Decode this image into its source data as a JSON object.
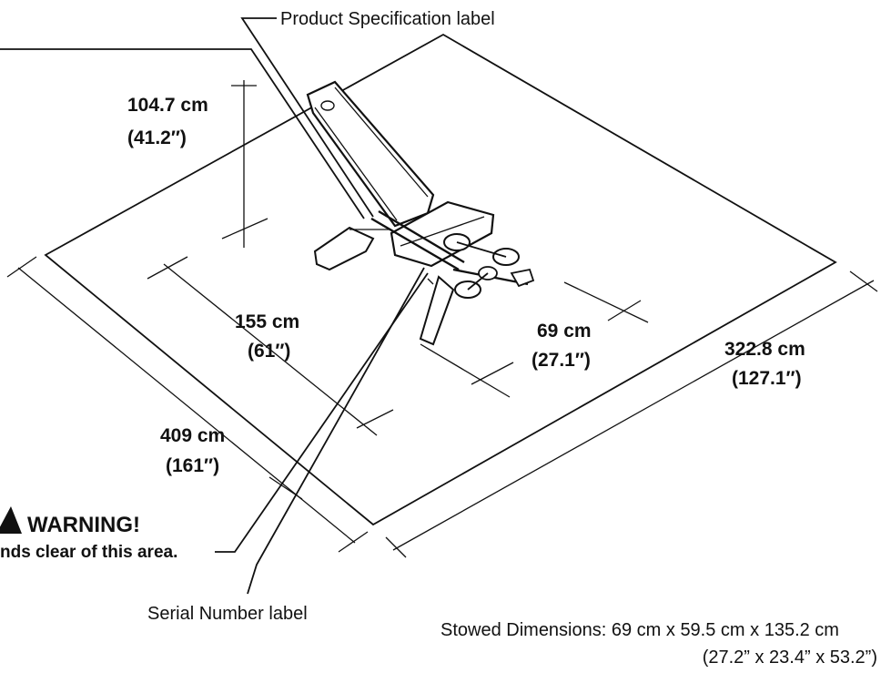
{
  "labels": {
    "product_spec": "Product Specification label",
    "serial_number": "Serial Number label"
  },
  "dimensions": {
    "height_cm": "104.7 cm",
    "height_in": "(41.2″)",
    "bench_length_cm": "155 cm",
    "bench_length_in": "(61″)",
    "bench_width_cm": "69 cm",
    "bench_width_in": "(27.1″)",
    "area_width_cm": "322.8 cm",
    "area_width_in": "(127.1″)",
    "area_length_cm": "409 cm",
    "area_length_in": "(161″)"
  },
  "warning": {
    "title": "WARNING!",
    "text": "nds clear of this area."
  },
  "stowed": {
    "line1": "Stowed Dimensions: 69 cm x 59.5 cm x 135.2 cm",
    "line2": "(27.2” x 23.4” x 53.2”)"
  },
  "icons": {
    "warning": "warning-triangle-icon",
    "bench": "weight-bench-icon"
  }
}
